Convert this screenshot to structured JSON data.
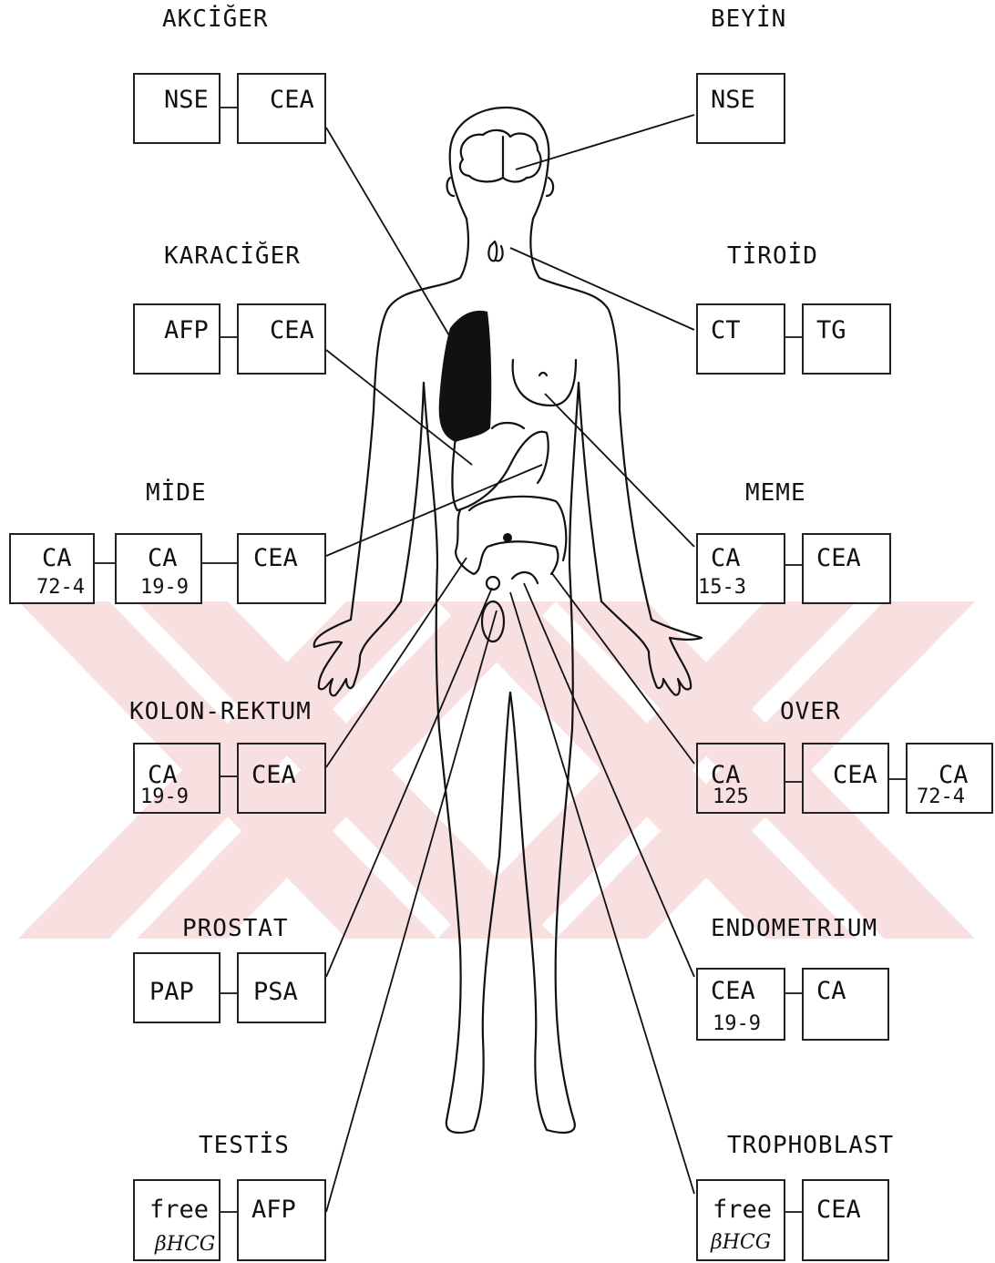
{
  "organs": {
    "akciger": {
      "title": "AKCİĞER",
      "markers": [
        {
          "l1": "NSE"
        },
        {
          "l1": "CEA"
        }
      ]
    },
    "beyin": {
      "title": "BEYİN",
      "markers": [
        {
          "l1": "NSE"
        }
      ]
    },
    "karaciger": {
      "title": "KARACİĞER",
      "markers": [
        {
          "l1": "AFP"
        },
        {
          "l1": "CEA"
        }
      ]
    },
    "tiroid": {
      "title": "TİROİD",
      "markers": [
        {
          "l1": "CT"
        },
        {
          "l1": "TG"
        }
      ]
    },
    "mide": {
      "title": "MİDE",
      "markers": [
        {
          "l1": "CA",
          "l2": "72-4"
        },
        {
          "l1": "CA",
          "l2": "19-9"
        },
        {
          "l1": "CEA"
        }
      ]
    },
    "meme": {
      "title": "MEME",
      "markers": [
        {
          "l1": "CA",
          "l2": "15-3"
        },
        {
          "l1": "CEA"
        }
      ]
    },
    "kolon": {
      "title": "KOLON-REKTUM",
      "markers": [
        {
          "l1": "CA",
          "l2": "19-9"
        },
        {
          "l1": "CEA"
        }
      ]
    },
    "over": {
      "title": "OVER",
      "markers": [
        {
          "l1": "CA",
          "l2": "125"
        },
        {
          "l1": "CEA"
        },
        {
          "l1": "CA",
          "l2": "72-4"
        }
      ]
    },
    "prostat": {
      "title": "PROSTAT",
      "markers": [
        {
          "l1": "PAP"
        },
        {
          "l1": "PSA"
        }
      ]
    },
    "endometrium": {
      "title": "ENDOMETRIUM",
      "markers": [
        {
          "l1": "CEA",
          "l2": "19-9"
        },
        {
          "l1": "CA"
        }
      ]
    },
    "testis": {
      "title": "TESTİS",
      "markers": [
        {
          "l1": "free",
          "l2": "βHCG"
        },
        {
          "l1": "AFP"
        }
      ]
    },
    "trophoblast": {
      "title": "TROPHOBLAST",
      "markers": [
        {
          "l1": "free",
          "l2": "βHCG"
        },
        {
          "l1": "CEA"
        }
      ]
    }
  },
  "colors": {
    "line": "#111111",
    "watermark": "#f7dada",
    "organ_fill": "#111111"
  }
}
